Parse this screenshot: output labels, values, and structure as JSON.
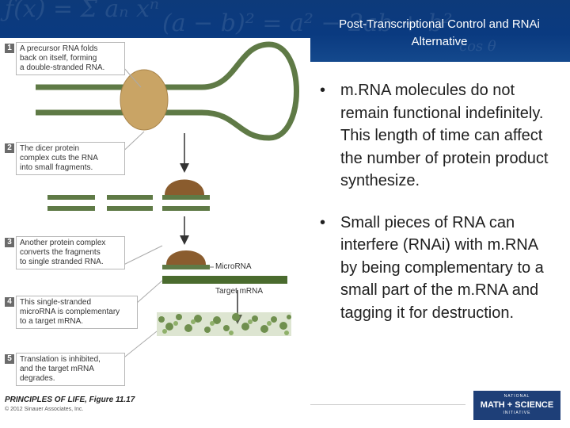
{
  "header": {
    "title_line1": "Post-Transcriptional Control  and RNAi",
    "title_line2": "Alternative",
    "background_color": "#0a3a80"
  },
  "figure": {
    "steps": [
      {
        "number": "1",
        "line1": "A precursor RNA folds",
        "line2": "back on itself, forming",
        "line3": "a double-stranded RNA."
      },
      {
        "number": "2",
        "line1": "The dicer protein",
        "line2": "complex cuts the RNA",
        "line3": "into small fragments."
      },
      {
        "number": "3",
        "line1": "Another protein complex",
        "line2": "converts the fragments",
        "line3": "to single stranded RNA."
      },
      {
        "number": "4",
        "line1": "This single-stranded",
        "line2": "microRNA is complementary",
        "line3": "to a target mRNA."
      },
      {
        "number": "5",
        "line1": "Translation is inhibited,",
        "line2": "and the target mRNA",
        "line3": "degrades."
      }
    ],
    "microrna_label": "MicroRNA",
    "target_label": "Target mRNA",
    "credit": "PRINCIPLES OF LIFE, Figure 11.17",
    "copyright": "© 2012 Sinauer Associates, Inc.",
    "rna_color": "#5f7a46",
    "protein_color": "#c9a465",
    "fragment_color": "#8a5c2e"
  },
  "bullets": [
    {
      "marker": "•",
      "text": "m.RNA molecules do not remain functional indefinitely.  This length of time can affect the number of protein product synthesize."
    },
    {
      "marker": "•",
      "text": "Small pieces of RNA can interfere (RNAi) with m.RNA by being complementary to a small part of the m.RNA and tagging it for destruction."
    }
  ],
  "logo": {
    "line1": "NATIONAL",
    "line2": "MATH + SCIENCE",
    "line3": "INITIATIVE",
    "color": "#1e3f78"
  }
}
